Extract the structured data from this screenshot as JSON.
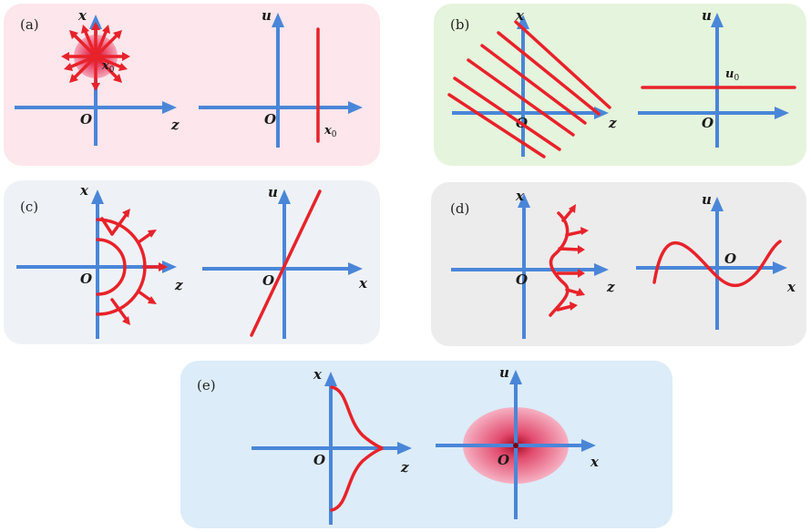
{
  "colors": {
    "axis": "#4a86d8",
    "curve": "#e8222a",
    "panel_a_bg": "#fde6ec",
    "panel_b_bg": "#e5f4dc",
    "panel_c_bg": "#eef2f6",
    "panel_d_bg": "#ececec",
    "panel_e_bg": "#dcecf9"
  },
  "panels": {
    "a": {
      "label": "(a)",
      "left": {
        "x_axis": "x",
        "h_axis": "z",
        "origin": "O",
        "point": "x",
        "point_sub": "0"
      },
      "right": {
        "v_axis": "u",
        "origin": "O",
        "line_label": "x",
        "line_sub": "0"
      }
    },
    "b": {
      "label": "(b)",
      "left": {
        "x_axis": "x",
        "h_axis": "z",
        "origin": "O"
      },
      "right": {
        "v_axis": "u",
        "origin": "O",
        "line_label": "u",
        "line_sub": "0"
      }
    },
    "c": {
      "label": "(c)",
      "left": {
        "x_axis": "x",
        "h_axis": "z",
        "origin": "O"
      },
      "right": {
        "v_axis": "u",
        "h_axis": "x",
        "origin": "O"
      }
    },
    "d": {
      "label": "(d)",
      "left": {
        "x_axis": "x",
        "h_axis": "z",
        "origin": "O"
      },
      "right": {
        "v_axis": "u",
        "h_axis": "x",
        "origin": "O"
      }
    },
    "e": {
      "label": "(e)",
      "left": {
        "x_axis": "x",
        "h_axis": "z",
        "origin": "O"
      },
      "right": {
        "v_axis": "u",
        "h_axis": "x",
        "origin": "O"
      }
    }
  }
}
